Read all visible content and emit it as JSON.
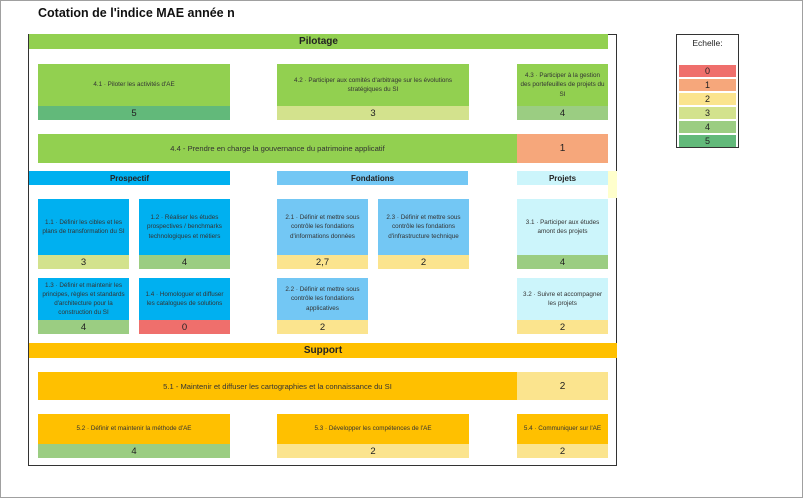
{
  "title": "Cotation de l'indice MAE année n",
  "legend": {
    "title": "Echelle:",
    "items": [
      {
        "label": "0",
        "color": "#ef6f6c"
      },
      {
        "label": "1",
        "color": "#f6a77b"
      },
      {
        "label": "2",
        "color": "#fbe48e"
      },
      {
        "label": "3",
        "color": "#d3e28d"
      },
      {
        "label": "4",
        "color": "#9bcd82"
      },
      {
        "label": "5",
        "color": "#62b97a"
      }
    ]
  },
  "colors": {
    "pilotage": "#92d050",
    "prospectif": "#00b0f0",
    "fondations": "#73c7f4",
    "projets": "#ccf5fb",
    "support": "#ffc000"
  },
  "pilotage": {
    "label": "Pilotage",
    "cards": [
      {
        "text": "4.1 · Piloter les activités d'AE",
        "score": "5"
      },
      {
        "text": "4.2 · Participer aux comités d'arbitrage sur les évolutions stratégiques du SI",
        "score": "3"
      },
      {
        "text": "4.3 · Participer à la gestion des portefeuilles de projets du SI",
        "score": "4"
      }
    ],
    "wide": {
      "text": "4.4 - Prendre en charge la gouvernance du patrimoine applicatif",
      "score": "1"
    }
  },
  "prospectif": {
    "label": "Prospectif",
    "cards": [
      {
        "text": "1.1 · Définir les cibles et les plans de transformation du SI",
        "score": "3"
      },
      {
        "text": "1.2 · Réaliser les études prospectives / benchmarks technologiques et métiers",
        "score": "4"
      },
      {
        "text": "1.3 · Définir et maintenir les principes, règles et standards d'architecture pour la construction du SI",
        "score": "4"
      },
      {
        "text": "1.4 · Homologuer et diffuser les catalogues de solutions",
        "score": "0"
      }
    ]
  },
  "fondations": {
    "label": "Fondations",
    "cards": [
      {
        "text": "2.1 · Définir et mettre sous contrôle les fondations d'informations données",
        "score": "2,7"
      },
      {
        "text": "2.3 · Définir et mettre sous contrôle les fondations d'infrastructure technique",
        "score": "2"
      },
      {
        "text": "2.2 · Définir et mettre sous contrôle les fondations applicatives",
        "score": "2"
      }
    ]
  },
  "projets": {
    "label": "Projets",
    "cards": [
      {
        "text": "3.1 · Participer aux études amont des projets",
        "score": "4"
      },
      {
        "text": "3.2 · Suivre et accompagner les projets",
        "score": "2"
      }
    ]
  },
  "support": {
    "label": "Support",
    "wide": {
      "text": "5.1 - Maintenir et diffuser les cartographies et la connaissance du SI",
      "score": "2"
    },
    "cards": [
      {
        "text": "5.2 · Définir et maintenir la méthode d'AE",
        "score": "4"
      },
      {
        "text": "5.3 · Développer les compétences de l'AE",
        "score": "2"
      },
      {
        "text": "5.4 · Communiquer sur l'AE",
        "score": "2"
      }
    ]
  }
}
